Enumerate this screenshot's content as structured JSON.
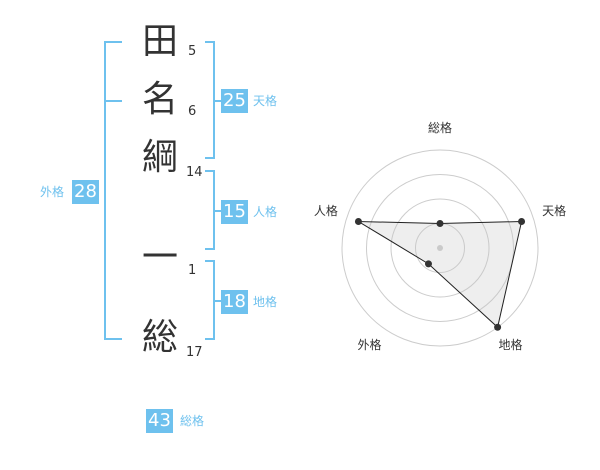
{
  "name": {
    "characters": [
      {
        "char": "田",
        "strokes": "5"
      },
      {
        "char": "名",
        "strokes": "6"
      },
      {
        "char": "綱",
        "strokes": "14"
      },
      {
        "char": "一",
        "strokes": "1"
      },
      {
        "char": "総",
        "strokes": "17"
      }
    ]
  },
  "fortunes": {
    "tenkaku": {
      "value": "25",
      "label": "天格"
    },
    "jinkaku": {
      "value": "15",
      "label": "人格"
    },
    "chikaku": {
      "value": "18",
      "label": "地格"
    },
    "gaikaku": {
      "value": "28",
      "label": "外格"
    },
    "soukaku": {
      "value": "43",
      "label": "総格"
    }
  },
  "colors": {
    "accent": "#6ec1ee",
    "text": "#333333",
    "grid": "#cccccc"
  },
  "chart_data": {
    "type": "radar",
    "axes": [
      "総格",
      "天格",
      "地格",
      "外格",
      "人格"
    ],
    "rings": 4,
    "max": 4,
    "values": [
      1,
      3.5,
      4,
      0.8,
      3.5
    ]
  }
}
